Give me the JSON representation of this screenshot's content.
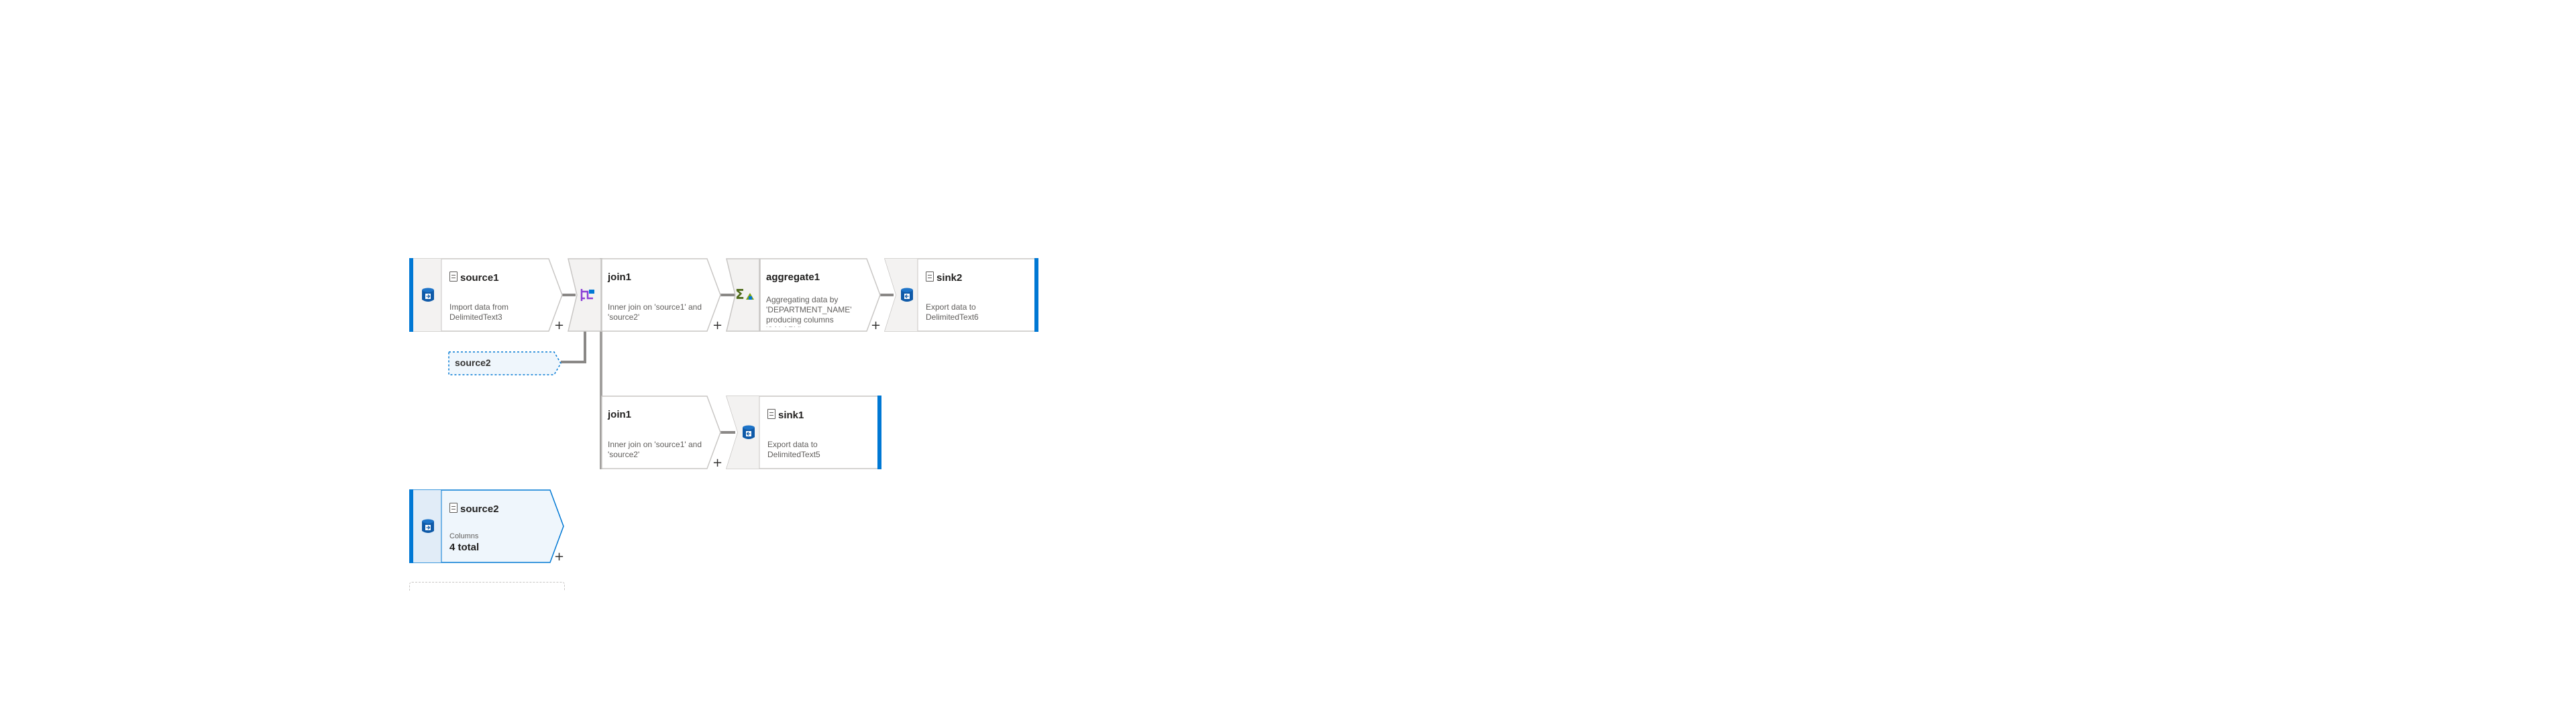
{
  "flow": {
    "row1": {
      "source1": {
        "title": "source1",
        "description": "Import data from DelimitedText3"
      },
      "join1": {
        "title": "join1",
        "description": "Inner join on 'source1' and 'source2'"
      },
      "aggregate1": {
        "title": "aggregate1",
        "description": "Aggregating data by 'DEPARTMENT_NAME' producing columns 'SALARY'"
      },
      "sink2": {
        "title": "sink2",
        "description": "Export data to DelimitedText6"
      }
    },
    "source2_reference": {
      "label": "source2"
    },
    "row2": {
      "join1": {
        "title": "join1",
        "description": "Inner join on 'source1' and 'source2'"
      },
      "sink1": {
        "title": "sink1",
        "description": "Export data to DelimitedText5"
      }
    },
    "source2": {
      "title": "source2",
      "columns_label": "Columns",
      "columns_value": "4 total"
    },
    "add_symbol": "+"
  },
  "colors": {
    "accent": "#0078d4",
    "border": "#c8c6c4",
    "icon_strip": "#f3f2f1",
    "selected_fill": "#eff6fc",
    "connector": "#8a8886",
    "join_icon": "#8b3fd6",
    "aggregate_icon": "#7aa116"
  },
  "icons": {
    "source": "database-icon",
    "join": "join-icon",
    "aggregate": "sigma-icon",
    "sink": "database-icon",
    "title": "document-icon"
  }
}
